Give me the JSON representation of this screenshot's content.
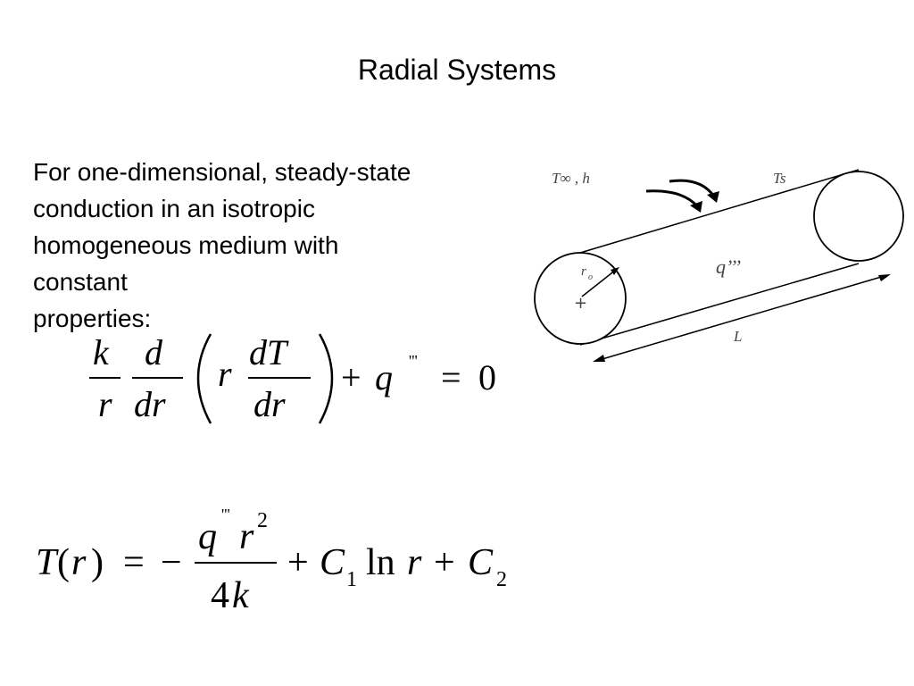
{
  "title": "Radial Systems",
  "intro_lines": [
    "For one-dimensional, steady-state",
    "conduction in an isotropic",
    "homogeneous medium with",
    "constant",
    "properties:"
  ],
  "equation1": {
    "k": "k",
    "r": "r",
    "d": "d",
    "dr": "dr",
    "dT": "dT",
    "plus": "+",
    "q": "q",
    "prime": "'''",
    "equals": "=",
    "zero": "0"
  },
  "equation2": {
    "T": "T",
    "r": "r",
    "equals": "=",
    "minus": "−",
    "q": "q",
    "prime": "'''",
    "two": "2",
    "four": "4",
    "k": "k",
    "plus": "+",
    "C": "C",
    "one": "1",
    "ln": "ln"
  },
  "diagram": {
    "t_inf_h": "T∞ , h",
    "t_s": "Ts",
    "q_gen": "q’’’",
    "r_o": "ro",
    "L": "L",
    "center_mark": "+"
  }
}
